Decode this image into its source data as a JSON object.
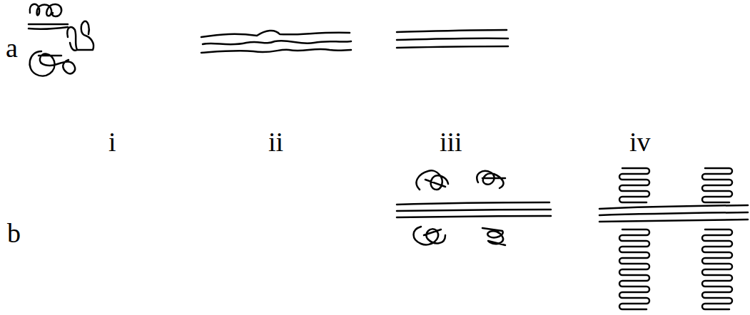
{
  "diagram": {
    "labels": [
      "a",
      "i",
      "ii",
      "iii",
      "iv",
      "b"
    ]
  }
}
